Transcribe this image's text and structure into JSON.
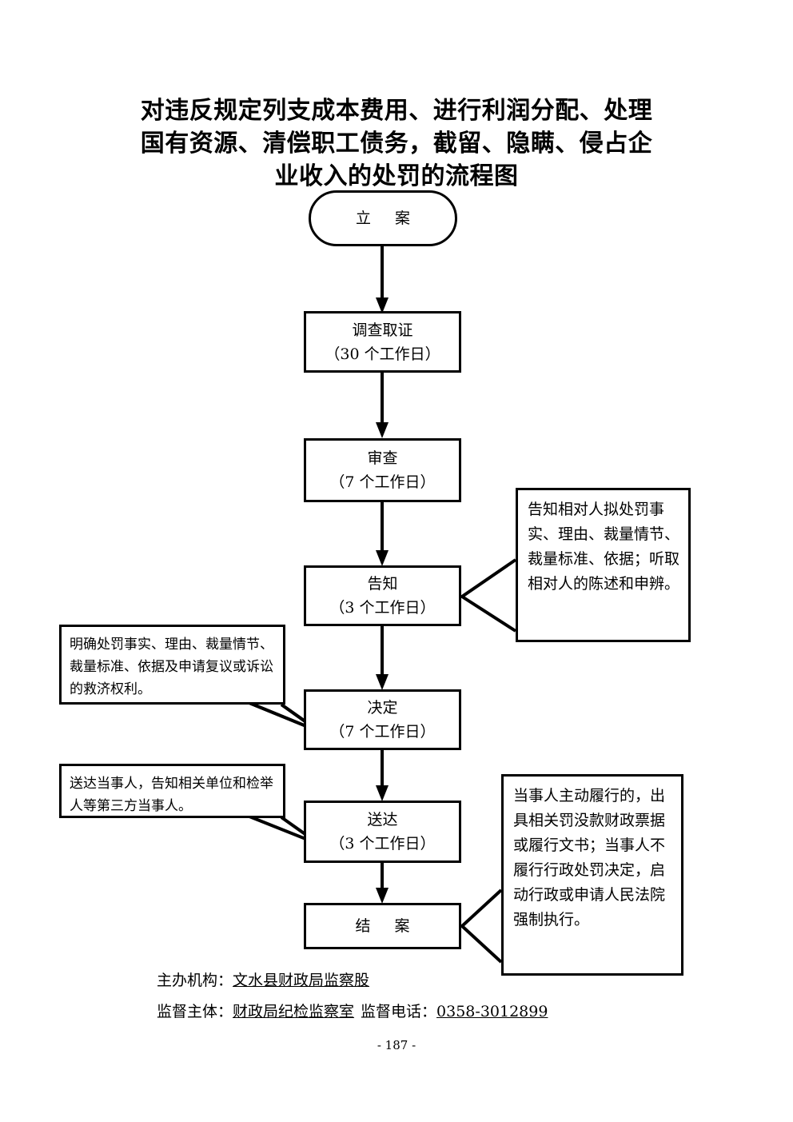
{
  "document": {
    "title_lines": [
      "对违反规定列支成本费用、进行利润分配、处理",
      "国有资源、清偿职工债务，截留、隐瞒、侵占企",
      "业收入的处罚的流程图"
    ],
    "page_number": "- 187 -"
  },
  "flow": {
    "nodes": [
      {
        "id": "liAn",
        "shape": "terminal",
        "line1": "立  案",
        "line2": ""
      },
      {
        "id": "diaoCha",
        "shape": "process",
        "line1": "调查取证",
        "line2": "（30 个工作日）"
      },
      {
        "id": "shenCha",
        "shape": "process",
        "line1": "审查",
        "line2": "（7 个工作日）"
      },
      {
        "id": "gaoZhi",
        "shape": "process",
        "line1": "告知",
        "line2": "（3 个工作日）"
      },
      {
        "id": "jueDing",
        "shape": "process",
        "line1": "决定",
        "line2": "（7 个工作日）"
      },
      {
        "id": "songDa",
        "shape": "process",
        "line1": "送达",
        "line2": "（3 个工作日）"
      },
      {
        "id": "jieAn",
        "shape": "process",
        "line1": "结  案",
        "line2": ""
      }
    ]
  },
  "notes": {
    "gaozhi_note": "告知相对人拟处罚事实、理由、裁量情节、裁量标准、依据；听取相对人的陈述和申辨。",
    "jueding_note": "明确处罚事实、理由、裁量情节、裁量标准、依据及申请复议或诉讼的救济权利。",
    "songda_note": "送达当事人，告知相关单位和检举人等第三方当事人。",
    "jiean_note": "当事人主动履行的，出具相关罚没款财政票据或履行文书；当事人不履行行政处罚决定，启动行政或申请人民法院强制执行。"
  },
  "footer": {
    "org_label": "主办机构：",
    "org_value": "文水县财政局监察股",
    "supervisor_label": "监督主体：",
    "supervisor_value": "财政局纪检监察室",
    "phone_label": "监督电话：",
    "phone_value": "0358-3012899"
  }
}
